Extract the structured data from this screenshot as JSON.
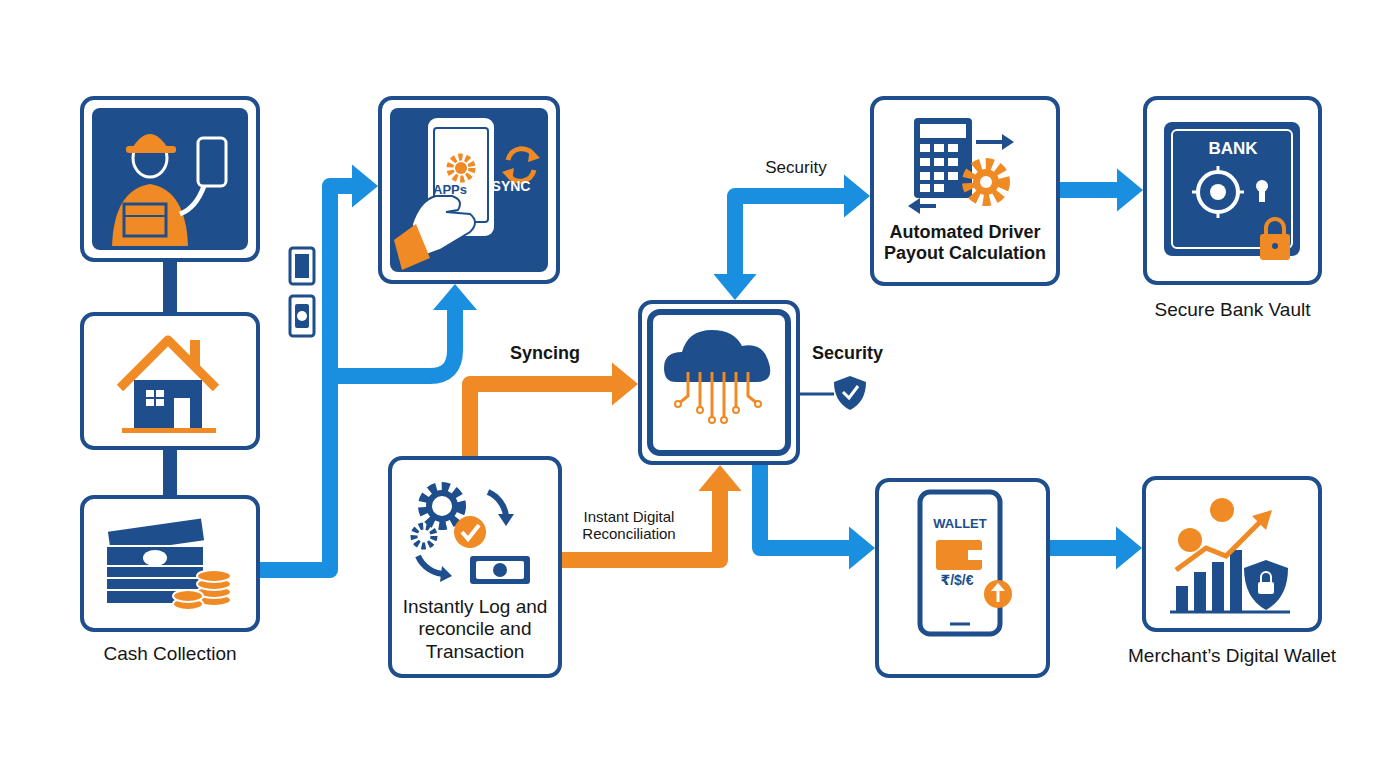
{
  "diagram": {
    "nodes": [
      {
        "text": []
      },
      {
        "text": []
      },
      {
        "text": [
          "Cash Collection"
        ]
      },
      {
        "text": [
          "APPs",
          "SYNC"
        ]
      },
      {
        "text": [
          "Instantly Log and reconcile and Transaction"
        ]
      },
      {
        "text": []
      },
      {
        "text": [
          "Automated Driver Payout Calculation"
        ]
      },
      {
        "text": [
          "BANK",
          "Secure Bank Vault"
        ]
      },
      {
        "text": [
          "WALLET",
          "₹/$/€"
        ]
      },
      {
        "text": [
          "Merchant’s Digital Wallet"
        ]
      }
    ],
    "edges": [
      {
        "from": 0,
        "to": 1,
        "arrow": "none"
      },
      {
        "from": 1,
        "to": 2,
        "arrow": "none"
      },
      {
        "from": 2,
        "to": 3,
        "arrow": "to"
      },
      {
        "from": 4,
        "to": 5,
        "label": "Syncing",
        "arrow": "to"
      },
      {
        "from": 4,
        "to": 5,
        "label": "Instant Digital Reconciliation",
        "arrow": "to"
      },
      {
        "from": 5,
        "to": 6,
        "label": "Security",
        "arrow": "both"
      },
      {
        "from": 6,
        "to": 7,
        "arrow": "to"
      },
      {
        "from": 5,
        "to": 8,
        "arrow": "to"
      },
      {
        "from": 8,
        "to": 9,
        "arrow": "to"
      }
    ],
    "labels": [
      "Security"
    ]
  }
}
